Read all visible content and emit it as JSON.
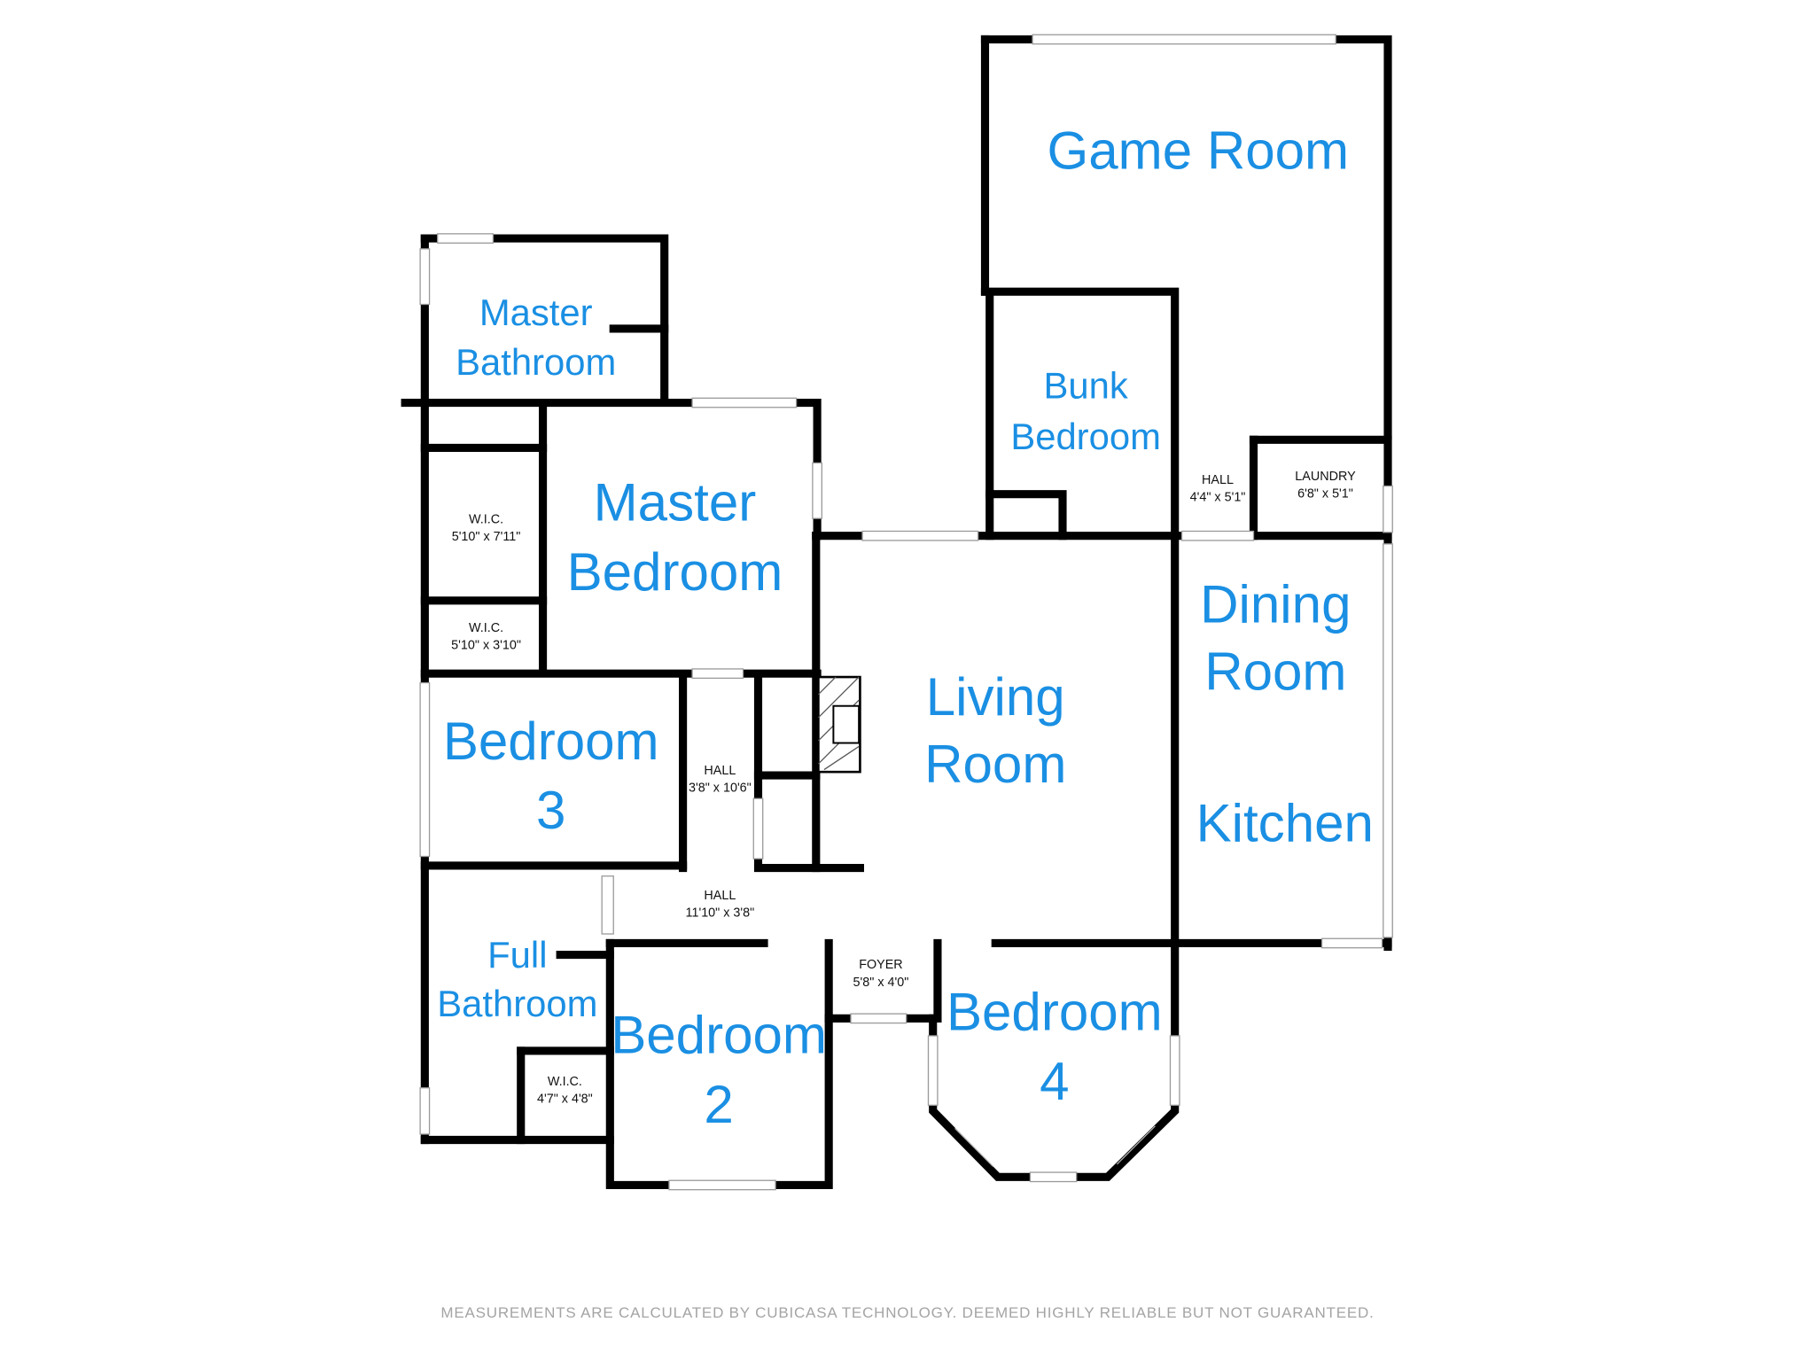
{
  "rooms": {
    "game_room": "Game Room",
    "master_bathroom": [
      "Master",
      "Bathroom"
    ],
    "bunk_bedroom": [
      "Bunk",
      "Bedroom"
    ],
    "master_bedroom": [
      "Master",
      "Bedroom"
    ],
    "wic_1": {
      "name": "W.I.C.",
      "dims": "5'10\" x 7'11\""
    },
    "wic_2": {
      "name": "W.I.C.",
      "dims": "5'10\" x 3'10\""
    },
    "hall_upper": {
      "name": "HALL",
      "dims": "4'4\" x 5'1\""
    },
    "laundry": {
      "name": "LAUNDRY",
      "dims": "6'8\" x 5'1\""
    },
    "dining_room": [
      "Dining",
      "Room"
    ],
    "living_room": [
      "Living",
      "Room"
    ],
    "bedroom_3": [
      "Bedroom",
      "3"
    ],
    "hall_vertical": {
      "name": "HALL",
      "dims": "3'8\" x 10'6\""
    },
    "kitchen": "Kitchen",
    "hall_horizontal": {
      "name": "HALL",
      "dims": "11'10\" x 3'8\""
    },
    "full_bathroom": [
      "Full",
      "Bathroom"
    ],
    "foyer": {
      "name": "FOYER",
      "dims": "5'8\" x 4'0\""
    },
    "bedroom_2": [
      "Bedroom",
      "2"
    ],
    "bedroom_4": [
      "Bedroom",
      "4"
    ],
    "wic_3": {
      "name": "W.I.C.",
      "dims": "4'7\" x 4'8\""
    }
  },
  "disclaimer": "MEASUREMENTS ARE CALCULATED BY CUBICASA TECHNOLOGY. DEEMED HIGHLY RELIABLE BUT NOT GUARANTEED.",
  "colors": {
    "room_label": "#1a8fe3",
    "wall": "#000000",
    "small_label": "#111111",
    "disclaimer": "#a4a4a4",
    "background": "#ffffff"
  }
}
